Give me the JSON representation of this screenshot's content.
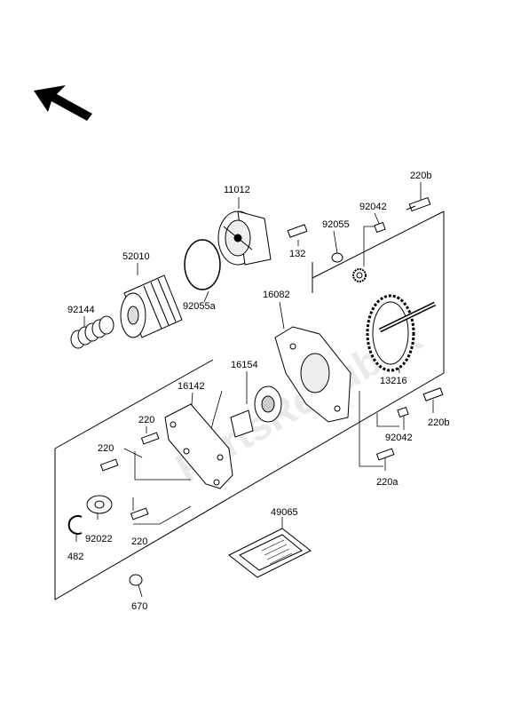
{
  "diagram": {
    "watermark": "PartsRepublik",
    "part_labels": {
      "p11012": "11012",
      "p220b_top": "220b",
      "p92042_top": "92042",
      "p92055": "92055",
      "p132": "132",
      "p52010": "52010",
      "p92055a": "92055a",
      "p92144": "92144",
      "p16082": "16082",
      "p16154": "16154",
      "p16142": "16142",
      "p13216": "13216",
      "p220_a": "220",
      "p220_b": "220",
      "p220_c": "220",
      "p220b_bottom": "220b",
      "p92042_bottom": "92042",
      "p220a": "220a",
      "p92022": "92022",
      "p482": "482",
      "p49065": "49065",
      "p670": "670"
    },
    "icons": [
      "direction-arrow-icon",
      "gear-icon"
    ]
  }
}
